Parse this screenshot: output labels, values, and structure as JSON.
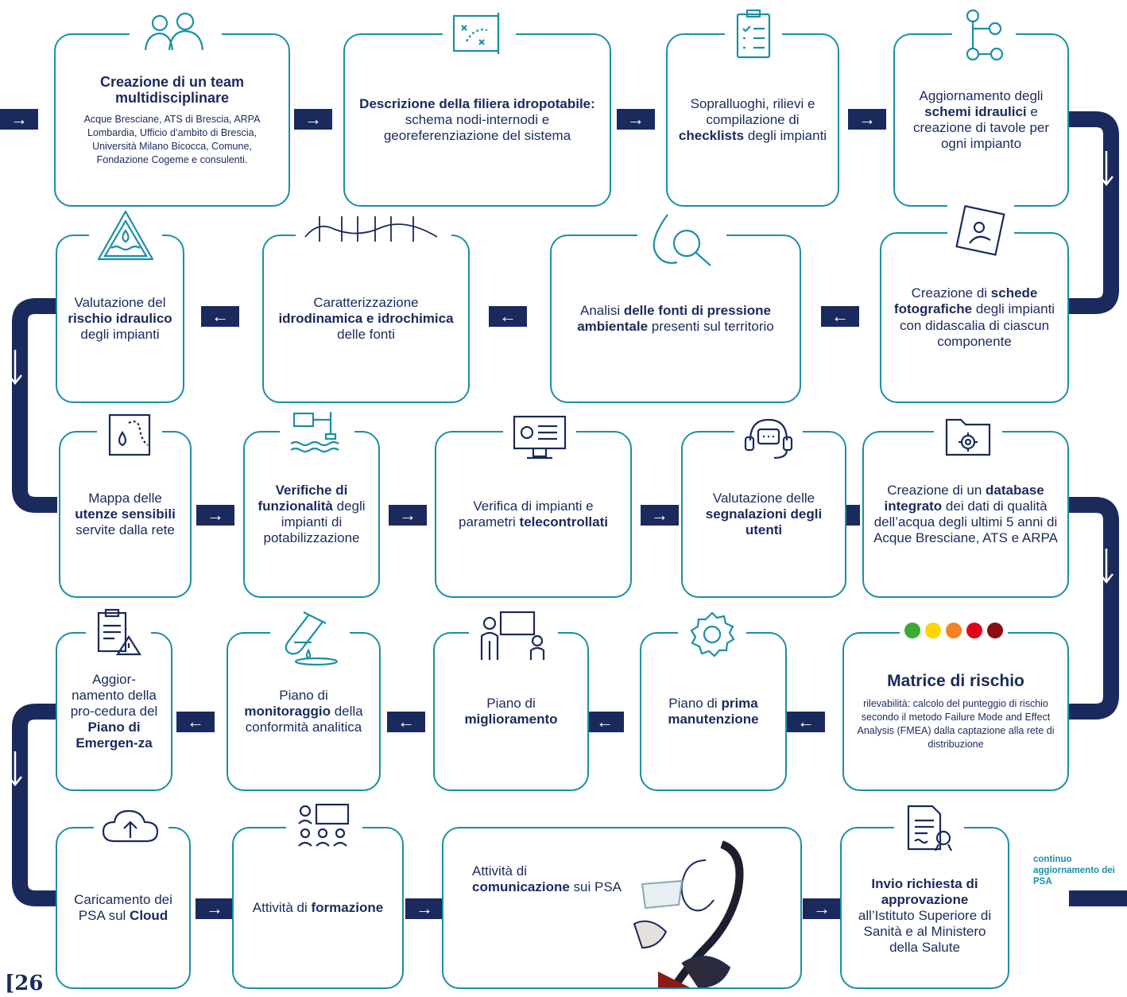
{
  "colors": {
    "accent": "#1a8fa6",
    "pipe": "#1a2a5c",
    "text": "#1a2a5c"
  },
  "steps": [
    {
      "title": "Creazione di un team multidisciplinare",
      "detail": "Acque Bresciane, ATS di Brescia, ARPA Lombardia, Ufficio d’ambito di Brescia, Università Milano Bicocca, Comune, Fondazione Cogeme e consulenti.",
      "icon": "team-icon"
    },
    {
      "bold": "Descrizione della filiera idropotabile:",
      "rest": " schema nodi-internodi e georeferenziazione del sistema",
      "icon": "map-plan-icon"
    },
    {
      "pre": "Sopralluoghi, rilievi e compilazione di ",
      "bold": "checklists",
      "post": " degli impianti",
      "icon": "checklist-icon"
    },
    {
      "pre": "Aggiornamento degli ",
      "bold": "schemi idraulici",
      "post": " e creazione di tavole per ogni impianto",
      "icon": "hydraulic-scheme-icon"
    },
    {
      "pre": "Creazione di ",
      "bold": "schede fotografiche",
      "post": " degli impianti con didascalia di ciascun componente",
      "icon": "photo-icon"
    },
    {
      "pre": "Analisi ",
      "bold": "delle fonti di pressione ambientale",
      "post": " presenti sul territorio",
      "icon": "water-search-icon"
    },
    {
      "pre": "Caratterizzazione ",
      "bold": "idrodinamica e idrochimica",
      "post": " delle fonti",
      "icon": "aquifer-icon"
    },
    {
      "pre": "Valutazione del ",
      "bold": "rischio idraulico",
      "post": " degli impianti",
      "icon": "water-warning-icon"
    },
    {
      "pre": "Mappa delle ",
      "bold": "utenze sensibili",
      "post": " servite dalla rete",
      "icon": "map-pin-icon"
    },
    {
      "pre": "",
      "bold": "Verifiche di funzionalità",
      "post": " degli impianti di potabilizzazione",
      "icon": "water-plant-icon"
    },
    {
      "pre": "Verifica di impianti e parametri ",
      "bold": "telecontrollati",
      "post": "",
      "icon": "monitor-icon"
    },
    {
      "pre": "Valutazione delle ",
      "bold": "segnalazioni degli utenti",
      "post": "",
      "icon": "headset-icon"
    },
    {
      "pre": "Creazione di un ",
      "bold": "database integrato",
      "post": " dei dati di qualità dell’acqua degli ultimi 5 anni di Acque Bresciane, ATS e ARPA",
      "icon": "folder-gear-icon"
    },
    {
      "title": "Matrice di rischio",
      "detail": "rilevabilità: calcolo del punteggio di rischio secondo il metodo Failure Mode and Effect Analysis (FMEA) dalla captazione alla rete di distribuzione",
      "dots": [
        "#3aaa35",
        "#ffd400",
        "#f58220",
        "#e3001b",
        "#8b0d14"
      ]
    },
    {
      "pre": "Piano di ",
      "bold": "prima manutenzione",
      "post": "",
      "icon": "gear-icon"
    },
    {
      "pre": "Piano di ",
      "bold": "miglioramento",
      "post": "",
      "icon": "presentation-icon"
    },
    {
      "pre": "Piano di ",
      "bold": "monitoraggio",
      "post": " della conformità analitica",
      "icon": "test-tube-icon"
    },
    {
      "pre": "Aggior-namento della pro-cedura del ",
      "bold": "Piano di Emergen-za",
      "post": "",
      "icon": "clipboard-warning-icon"
    },
    {
      "pre": "Caricamento dei PSA sul ",
      "bold": "Cloud",
      "post": "",
      "icon": "cloud-upload-icon"
    },
    {
      "pre": "Attività di ",
      "bold": "formazione",
      "post": "",
      "icon": "training-icon"
    },
    {
      "pre": "Attività di ",
      "bold": "comunicazione",
      "post": " sui PSA",
      "icon": "drinking-illustration"
    },
    {
      "bold": "Invio richiesta di approvazione",
      "rest": " all’Istituto Superiore di Sanità e al Ministero della Salute",
      "icon": "document-seal-icon"
    }
  ],
  "side_note": "continuo aggiornamento dei PSA",
  "page_number": "[26",
  "arrows": {
    "right": "→",
    "left": "←",
    "down": "↓"
  }
}
